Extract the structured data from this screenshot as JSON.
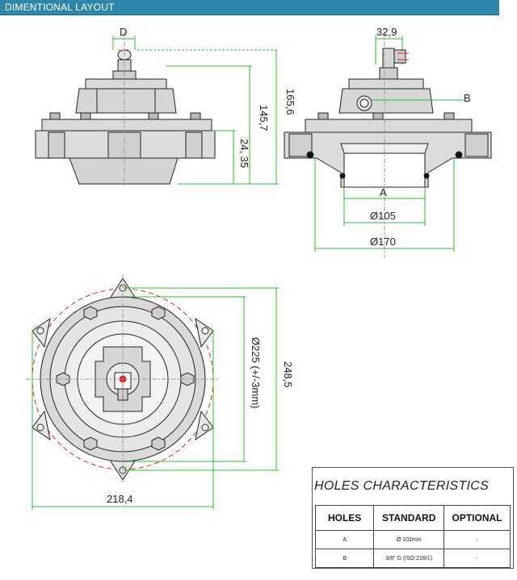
{
  "header": {
    "title": "DIMENTIONAL LAYOUT"
  },
  "front_view": {
    "label_d": "D",
    "dim_height_total": "165,6",
    "dim_height_body": "145,7",
    "dim_height_lower": "24, 35"
  },
  "side_view": {
    "dim_top": "32,9",
    "label_b": "B",
    "label_a": "A",
    "dim_inner": "Ø105",
    "dim_outer": "Ø170"
  },
  "top_view": {
    "dim_diameter": "Ø225 (+/-3mm)",
    "dim_height": "248,5",
    "dim_width": "218,4"
  },
  "holes": {
    "title": "HOLES CHARACTERISTICS",
    "headers": [
      "HOLES",
      "STANDARD",
      "OPTIONAL"
    ],
    "rows": [
      {
        "hole": "A",
        "standard": "Ø 102mm",
        "optional": "-"
      },
      {
        "hole": "B",
        "standard": "3/8\" G (ISO 228/1)",
        "optional": "-"
      }
    ]
  },
  "colors": {
    "header_bg": "#2e86ab",
    "dimension_line": "#22c322",
    "red_circle": "#e02020",
    "body_fill": "#d9d9d9"
  }
}
